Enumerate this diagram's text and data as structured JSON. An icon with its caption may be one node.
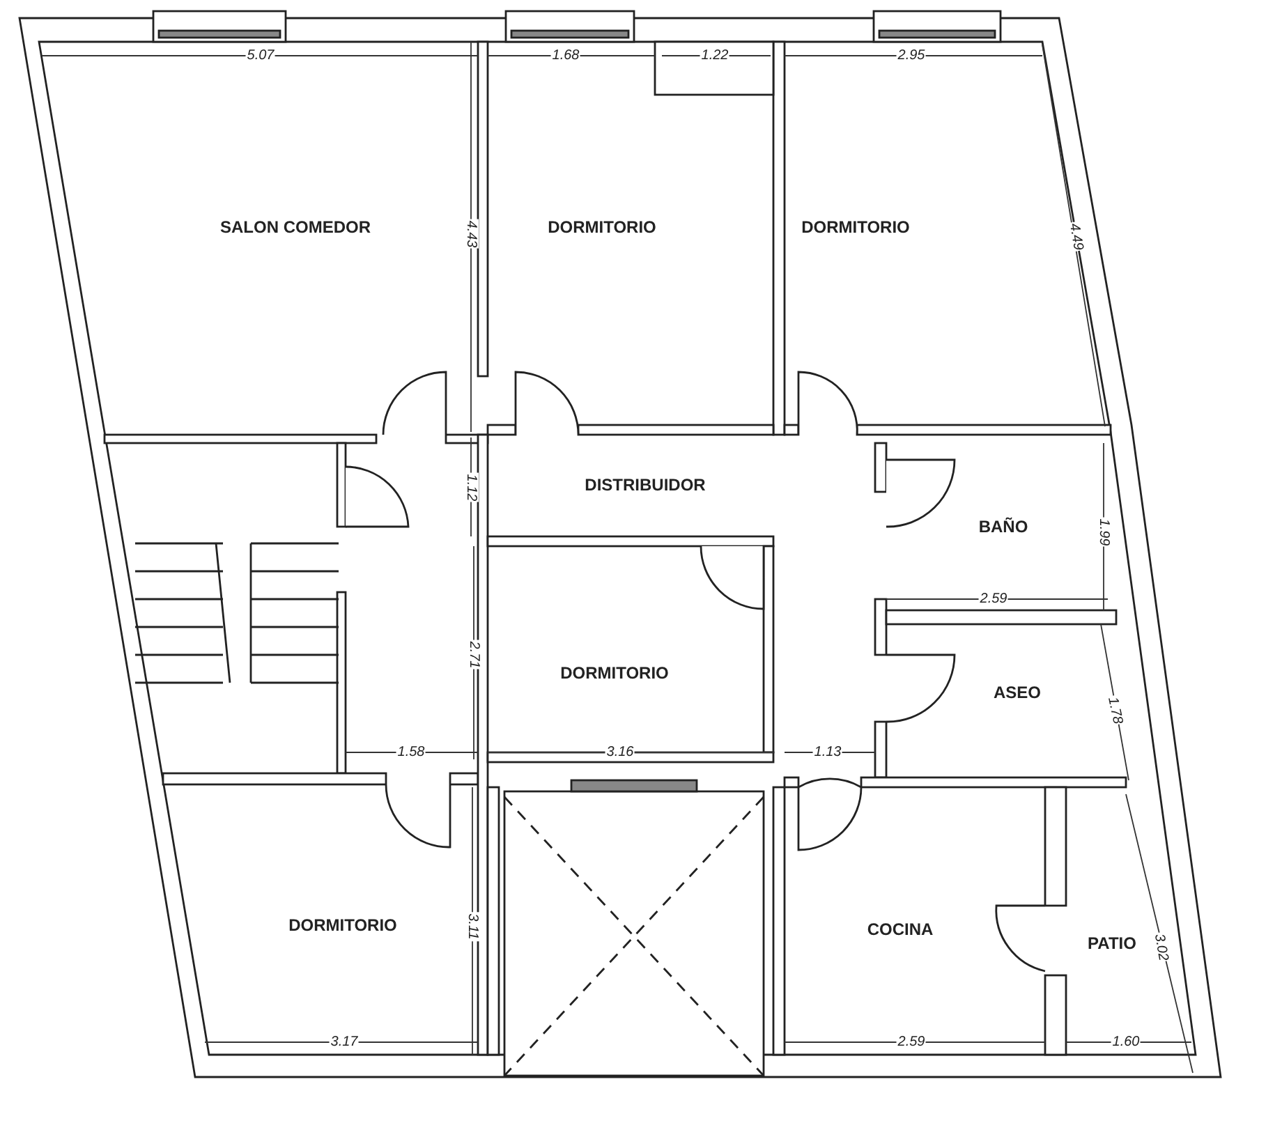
{
  "diagram": {
    "nodes": [
      {
        "text": [
          "SALON COMEDOR"
        ]
      },
      {
        "text": [
          "DORMITORIO"
        ]
      },
      {
        "text": [
          "DORMITORIO"
        ]
      },
      {
        "text": [
          "DISTRIBUIDOR"
        ]
      },
      {
        "text": [
          "BAÑO"
        ]
      },
      {
        "text": [
          "DORMITORIO"
        ]
      },
      {
        "text": [
          "ASEO"
        ]
      },
      {
        "text": [
          "DORMITORIO"
        ]
      },
      {
        "text": [
          "COCINA"
        ]
      },
      {
        "text": [
          "PATIO"
        ]
      }
    ],
    "edges": [],
    "labels": [
      "5.07",
      "1.68",
      "1.22",
      "2.95",
      "4.43",
      "4.49",
      "1.12",
      "1.99",
      "2.59",
      "2.71",
      "1.78",
      "1.58",
      "3.16",
      "1.13",
      "3.11",
      "3.02",
      "3.17",
      "2.59",
      "1.60"
    ]
  }
}
